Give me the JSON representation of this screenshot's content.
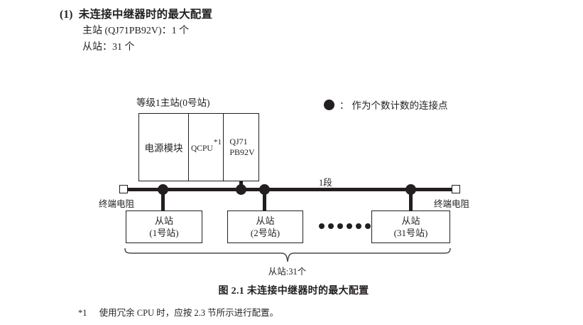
{
  "heading": {
    "number": "(1)",
    "text": "未连接中继器时的最大配置"
  },
  "spec": {
    "master": "主站 (QJ71PB92V)：1 个",
    "slave": "从站：31 个"
  },
  "legend": {
    "symbol": "filled-circle",
    "colon": "：",
    "text": "作为个数计数的连接点"
  },
  "diagram": {
    "master_label": "等级1主站(0号站)",
    "rack": {
      "power_module": "电源模块",
      "qcpu": "QCPU",
      "qcpu_footnote_mark": "*1",
      "network_module_line1": "QJ71",
      "network_module_line2": "PB92V"
    },
    "segment_label": "1段",
    "terminator_left": "终端电阻",
    "terminator_right": "终端电阻",
    "slaves": [
      {
        "title": "从站",
        "station": "(1号站)"
      },
      {
        "title": "从站",
        "station": "(2号站)"
      },
      {
        "title": "从站",
        "station": "(31号站)"
      }
    ],
    "ellipsis_dot_count": 6,
    "brace_label": "从站:31个",
    "bus_dot_count": 4
  },
  "figure_caption": "图 2.1  未连接中继器时的最大配置",
  "footnote": {
    "mark": "*1",
    "text": "使用冗余 CPU 时，应按 2.3 节所示进行配置。"
  },
  "colors": {
    "ink": "#231f20",
    "background": "#ffffff"
  }
}
